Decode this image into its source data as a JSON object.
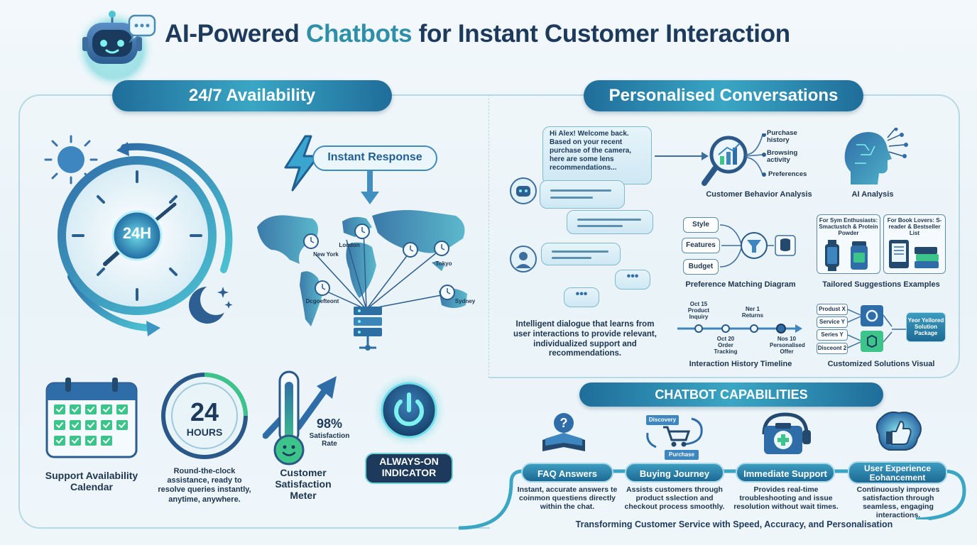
{
  "title": {
    "part1": "AI-Powered ",
    "accent": "Chatbots",
    "part2": " for Instant Customer Interaction"
  },
  "left": {
    "header": "24/7 Availability",
    "clock_label": "24H",
    "instant_response": "Instant Response",
    "cities": {
      "new_york": "New York",
      "london": "London",
      "tokyo": "Tokyo",
      "sydney": "Sydney",
      "map_label_2": "Dcgoefteont"
    },
    "calendar_label": "Support Availability Calendar",
    "hours_number": "24",
    "hours_word": "HOURS",
    "hours_desc": "Round-the-clock assistance, ready to resolve queries instantly, anytime, anywhere.",
    "satisfaction_value": "98%",
    "satisfaction_text": "Satisfaction Rate",
    "satisfaction_label": "Customer Satisfaction Meter",
    "always_on": "ALWAYS-ON INDICATOR"
  },
  "right": {
    "header": "Personalised Conversations",
    "chat_message": "Hi Alex! Welcome back. Based on your recent purchase of the camera, here are some lens recommendations...",
    "behavior_items": [
      "Purchase history",
      "Browsing activity",
      "Preferences"
    ],
    "behavior_label": "Customer Behavior Analysis",
    "ai_label": "AI Analysis",
    "pref_items": [
      "Style",
      "Features",
      "Budget"
    ],
    "pref_label": "Preference Matching Diagram",
    "suggest_1": "For Sym Enthusiasts: Smactustch & Protein Powder",
    "suggest_2": "For Book Lovers: S-reader & Bestseller List",
    "suggest_label": "Tailored Suggestions Examples",
    "intro_text": "Intelligent dialogue that learns from user interactions to provide relevant, individualized support and recommendations.",
    "timeline": {
      "top1": "Oct 15 Product Inquiry",
      "top2": "Ner 1 Returns",
      "bottom1": "Oct 20 Order Tracking",
      "bottom2": "Nos 10 Personalised Offer"
    },
    "timeline_label": "Interaction History Timeline",
    "solution_items": [
      "Produst X",
      "Service Y",
      "Series Y",
      "Disceont 2"
    ],
    "solution_result": "Yeor Yellored Solution Package",
    "solution_label": "Customized Solutions Visual"
  },
  "capabilities": {
    "header": "CHATBOT CAPABILITIES",
    "journey_discovery": "Discovery",
    "journey_purchase": "Purchase",
    "items": [
      {
        "title": "FAQ Answers",
        "desc": "Instant, accurate answers te coinmon questiens directly within the chat."
      },
      {
        "title": "Buying Journey Guide",
        "desc": "Assists customers through product sslection and checkout process smoothly."
      },
      {
        "title": "Immediate Support",
        "desc": "Provides real-time troubleshooting and issue resolution without wait times."
      },
      {
        "title": "User Experience Eohancement",
        "desc": "Continuously improves satisfaction through seamless, engaging interactions."
      }
    ],
    "footer": "Transforming Customer Service with Speed, Accuracy, and Personalisation"
  },
  "colors": {
    "navy": "#1d3a5c",
    "teal": "#2f8ea8",
    "accent_blue": "#3aa6c4",
    "green": "#3cc48a"
  }
}
